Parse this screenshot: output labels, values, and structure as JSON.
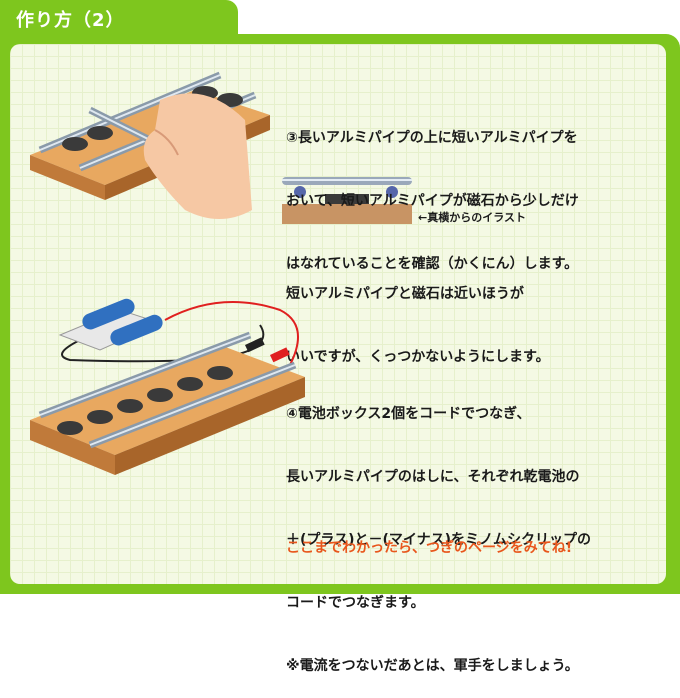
{
  "tab": {
    "title": "作り方（2）"
  },
  "step3": {
    "lines": [
      "③長いアルミパイプの上に短いアルミパイプを",
      "おいて、短いアルミパイプが磁石から少しだけ",
      "はなれていることを確認（かくにん）します。"
    ]
  },
  "side_view": {
    "caption": "←真横からのイラスト"
  },
  "note": {
    "lines": [
      "短いアルミパイプと磁石は近いほうが",
      "いいですが、くっつかないようにします。"
    ]
  },
  "step4": {
    "lines": [
      "④電池ボックス2個をコードでつなぎ、",
      "長いアルミパイプのはしに、それぞれ乾電池の",
      "＋(プラス)と－(マイナス)をミノムシクリップの",
      "コードでつなぎます。",
      "※電流をつないだあとは、軍手をしましょう。"
    ]
  },
  "footer": {
    "text": "ここまでわかったら、つぎのページをみてね!"
  },
  "colors": {
    "frame_green": "#7ec61e",
    "panel_bg": "#f4f9e4",
    "footer_orange": "#e8561c",
    "wood": "#e8a860",
    "magnet": "#3a3a3a",
    "wire_red": "#e02020"
  }
}
